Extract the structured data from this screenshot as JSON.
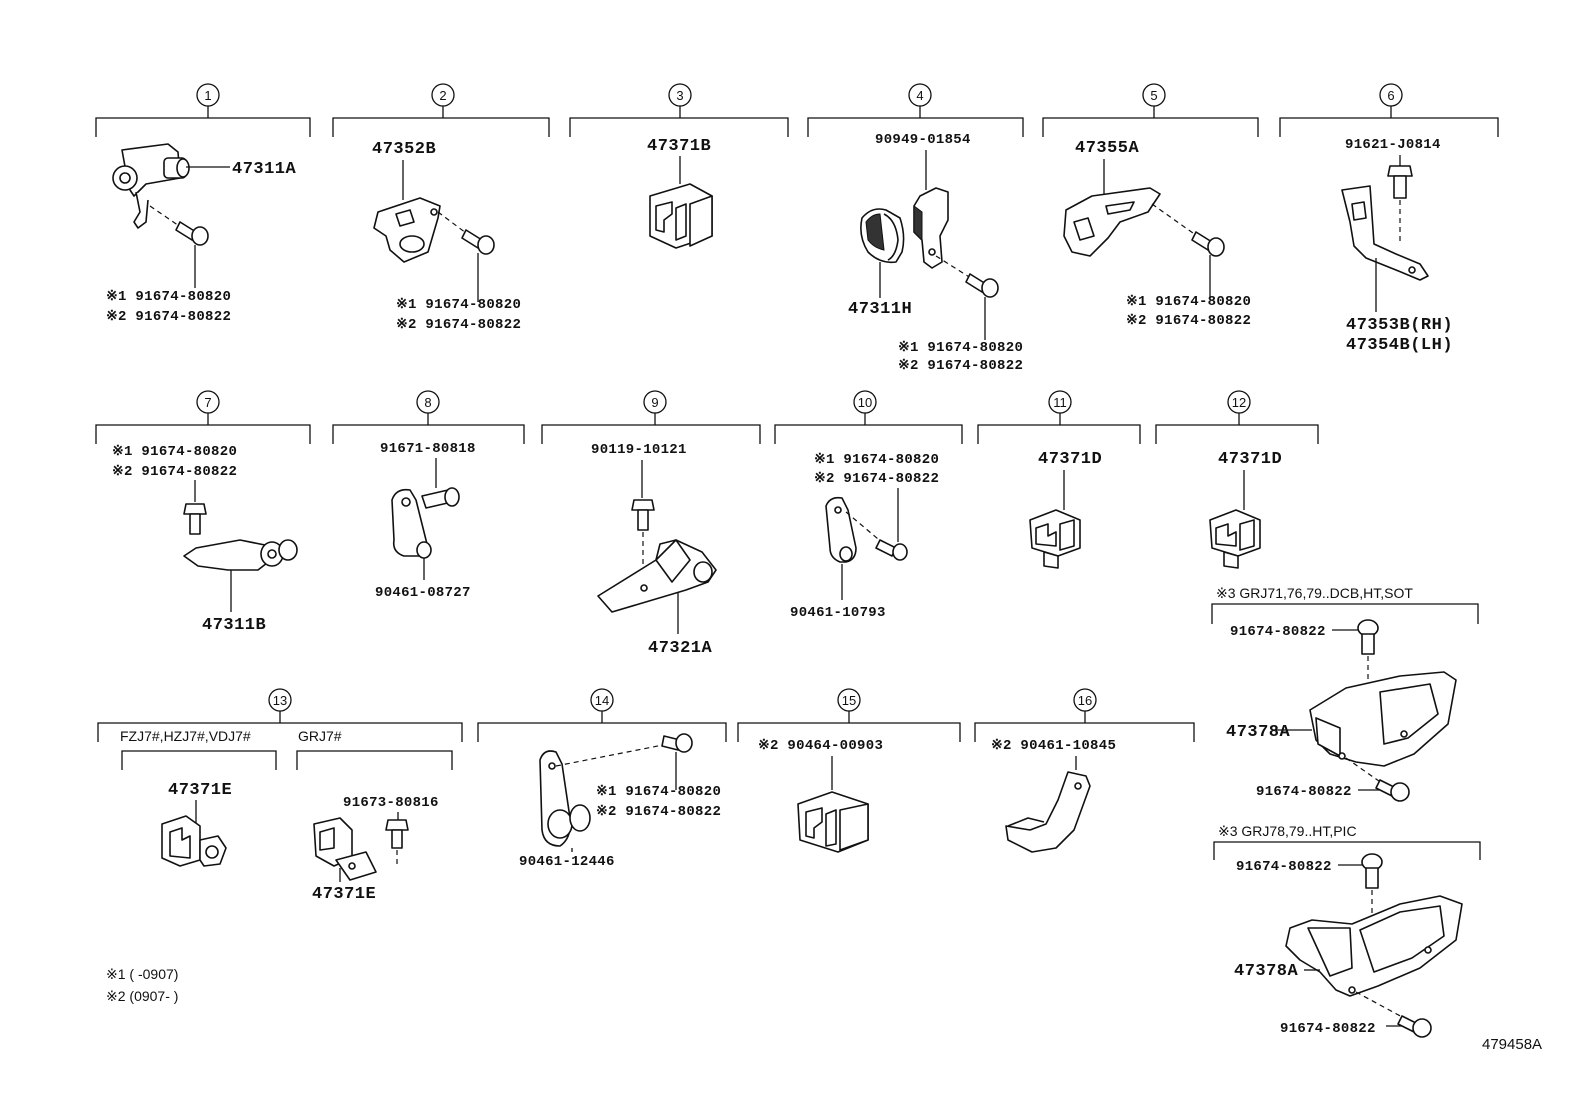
{
  "groups": [
    {
      "no": "1"
    },
    {
      "no": "2"
    },
    {
      "no": "3"
    },
    {
      "no": "4"
    },
    {
      "no": "5"
    },
    {
      "no": "6"
    },
    {
      "no": "7"
    },
    {
      "no": "8"
    },
    {
      "no": "9"
    },
    {
      "no": "10"
    },
    {
      "no": "11"
    },
    {
      "no": "12"
    },
    {
      "no": "13"
    },
    {
      "no": "14"
    },
    {
      "no": "15"
    },
    {
      "no": "16"
    }
  ],
  "labels": {
    "p47311A": "47311A",
    "g1_n1": "※1 91674-80820",
    "g1_n2": "※2 91674-80822",
    "p47352B": "47352B",
    "g2_n1": "※1 91674-80820",
    "g2_n2": "※2 91674-80822",
    "p47371B": "47371B",
    "p90949": "90949-01854",
    "p47311H": "47311H",
    "g4_n1": "※1 91674-80820",
    "g4_n2": "※2 91674-80822",
    "p47355A": "47355A",
    "g5_n1": "※1 91674-80820",
    "g5_n2": "※2 91674-80822",
    "p91621": "91621-J0814",
    "p47353B": "47353B(RH)",
    "p47354B": "47354B(LH)",
    "g7_n1": "※1 91674-80820",
    "g7_n2": "※2 91674-80822",
    "p47311B": "47311B",
    "p91671": "91671-80818",
    "p90461_08727": "90461-08727",
    "p90119": "90119-10121",
    "p47321A": "47321A",
    "g10_n1": "※1 91674-80820",
    "g10_n2": "※2 91674-80822",
    "p90461_10793": "90461-10793",
    "p47371D_11": "47371D",
    "p47371D_12": "47371D",
    "cond_sot": "※3  GRJ71,76,79..DCB,HT,SOT",
    "s1_bolt_top": "91674-80822",
    "s1_part": "47378A",
    "s1_bolt_bot": "91674-80822",
    "cond_pic": "※3  GRJ78,79..HT,PIC",
    "s2_bolt_top": "91674-80822",
    "s2_part": "47378A",
    "s2_bolt_bot": "91674-80822",
    "cond_fzj": "FZJ7#,HZJ7#,VDJ7#",
    "cond_grj": "GRJ7#",
    "p47371E_a": "47371E",
    "p91673": "91673-80816",
    "p47371E_b": "47371E",
    "g14_n1": "※1 91674-80820",
    "g14_n2": "※2 91674-80822",
    "p90461_12446": "90461-12446",
    "p90464": "※2 90464-00903",
    "p90461_10845": "※2 90461-10845",
    "note1": "※1 (        -0907)",
    "note2": "※2 (0907-        )",
    "ref": "479458A"
  }
}
